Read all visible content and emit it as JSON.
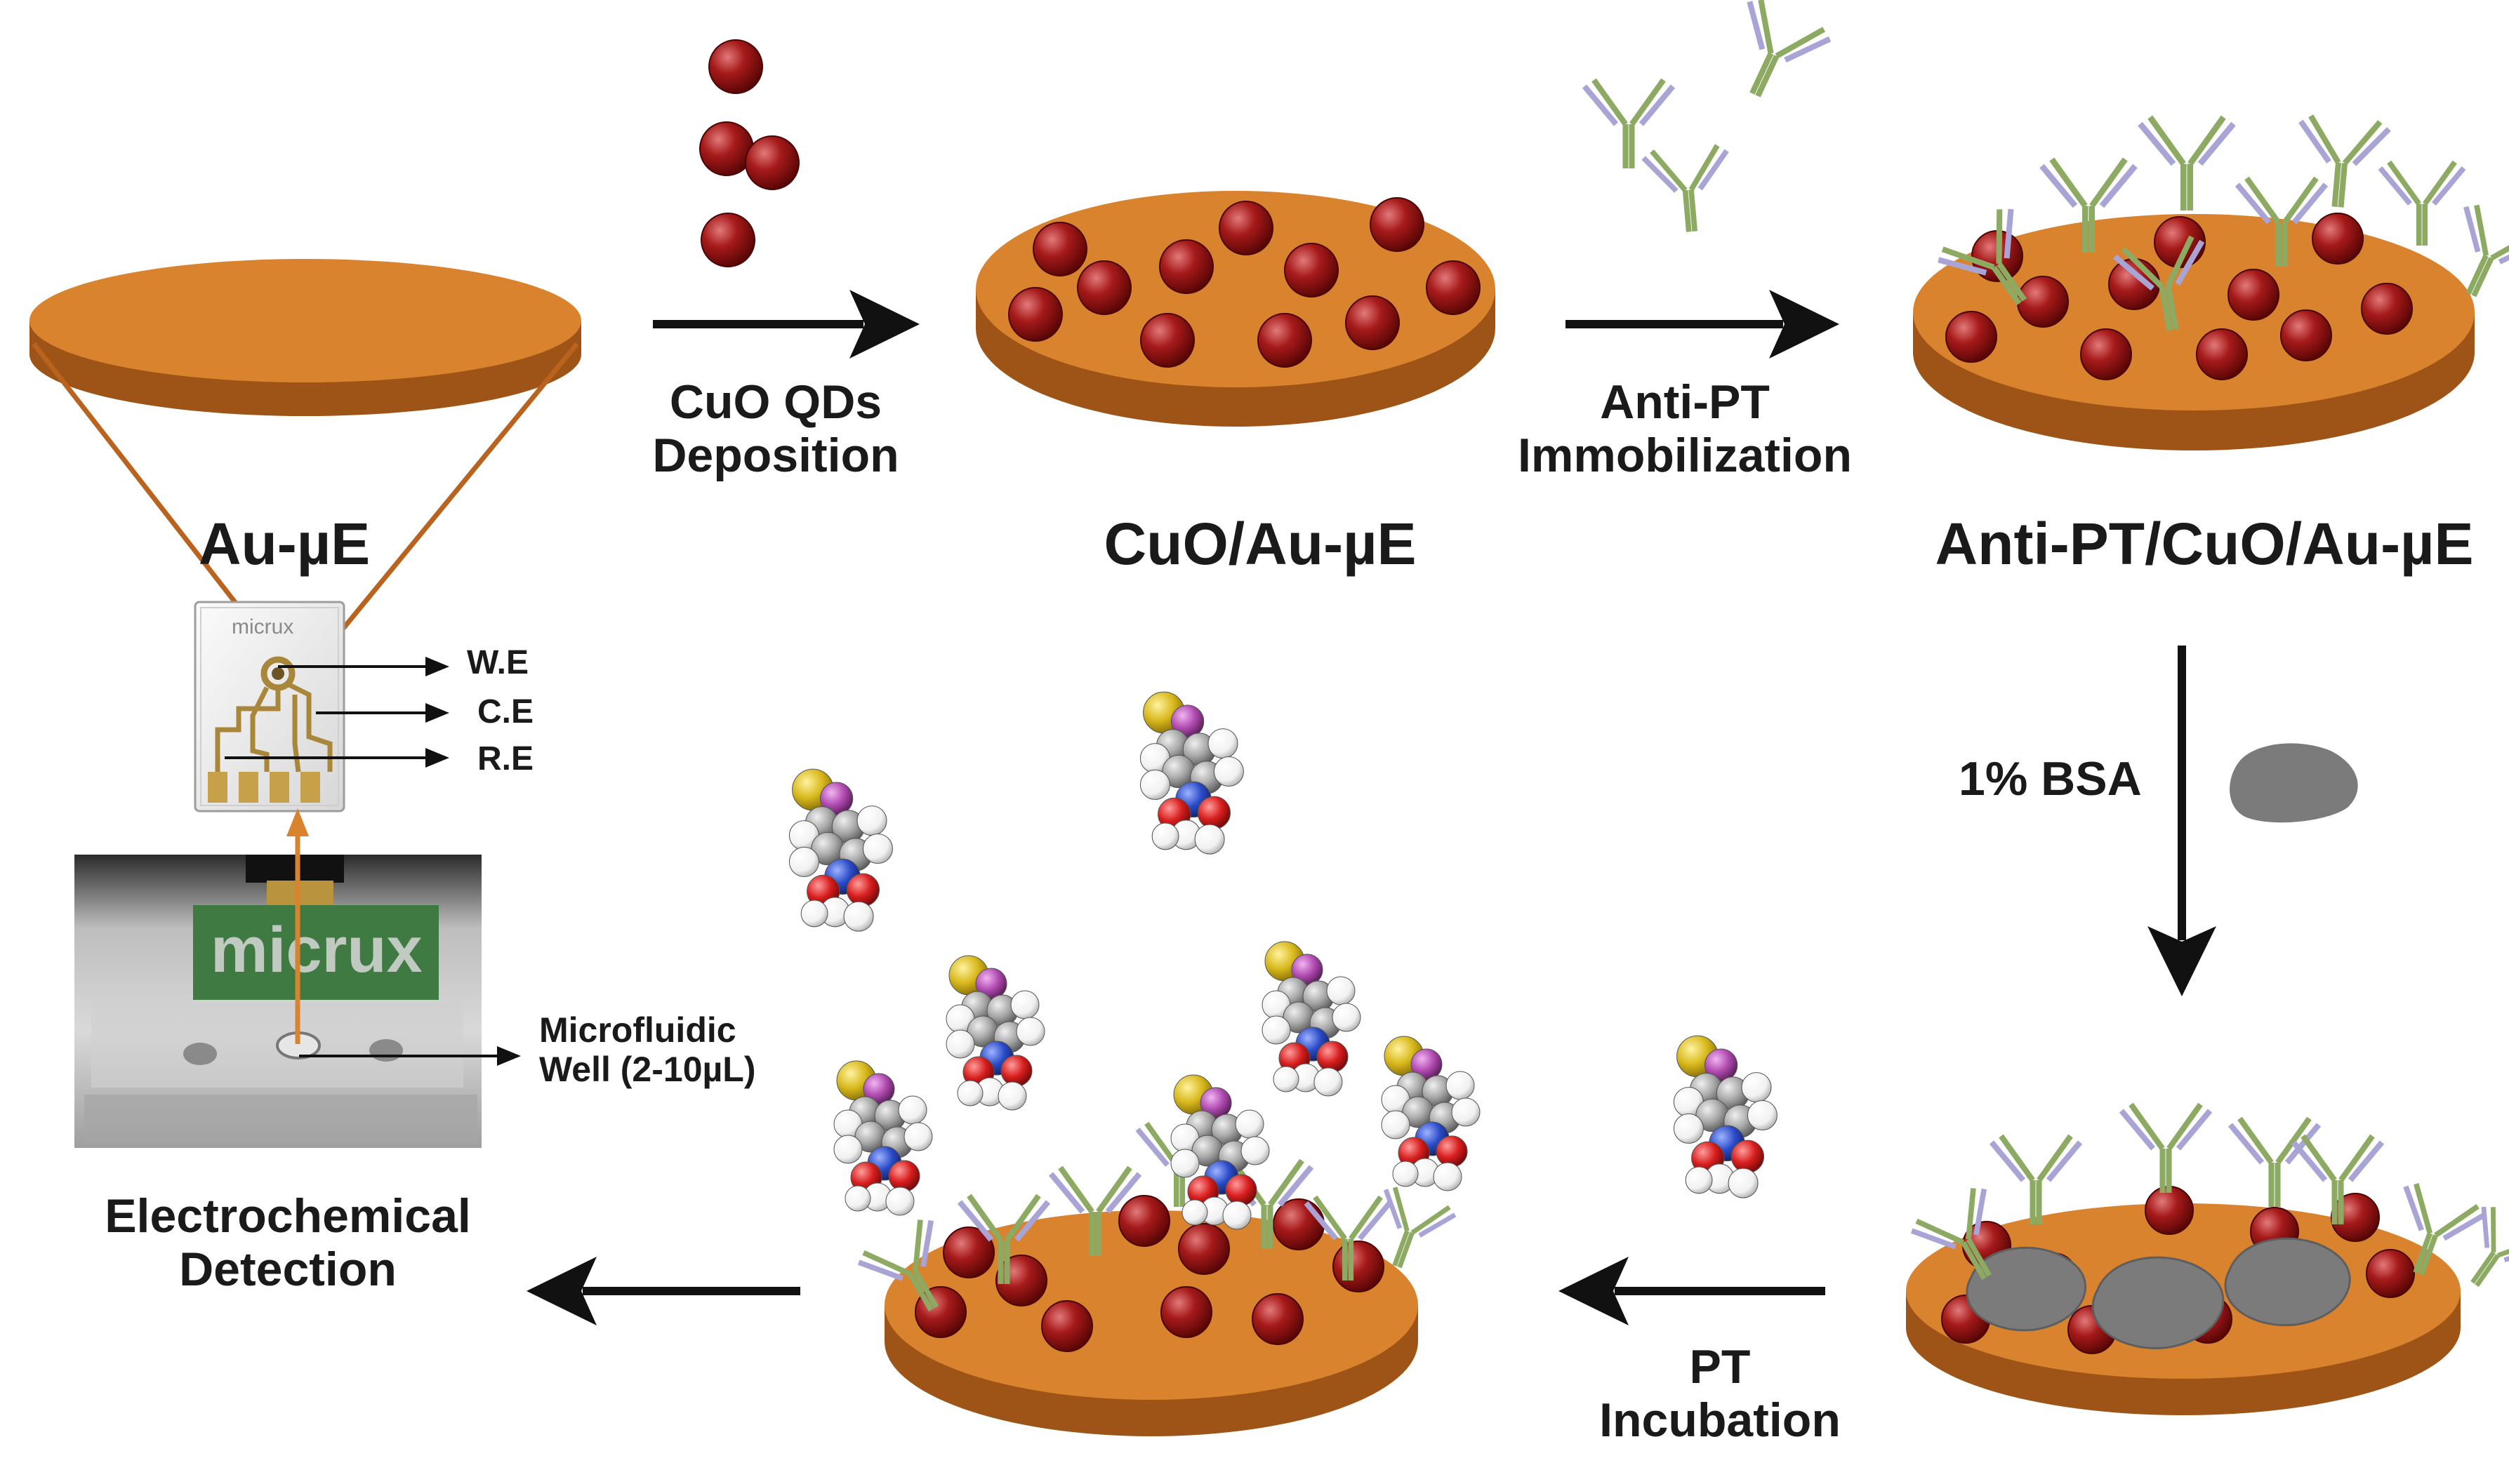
{
  "stages": {
    "bare": "Au-µE",
    "cuo": "CuO/Au-µE",
    "antipt": "Anti-PT/CuO/Au-µE"
  },
  "steps": {
    "deposition_line1": "CuO QDs",
    "deposition_line2": "Deposition",
    "immobilization_line1": "Anti-PT",
    "immobilization_line2": "Immobilization",
    "blocking": "1% BSA",
    "incubation_line1": "PT",
    "incubation_line2": "Incubation",
    "detection_line1": "Electrochemical",
    "detection_line2": "Detection"
  },
  "chip": {
    "brand": "micrux",
    "electrodes": [
      "W.E",
      "C.E",
      "R.E"
    ]
  },
  "cell": {
    "brand": "micrux",
    "well_line1": "Microfluidic",
    "well_line2": "Well (2-10µL)"
  },
  "colors": {
    "gold_disc": "#D9832E",
    "gold_disc_edge": "#9E5417",
    "cuo_particle": "#8E1111",
    "antibody_heavy": "#8DAA63",
    "antibody_light": "#A8A4D6",
    "bsa": "#7B7B7B",
    "arrow": "#111111",
    "sulfur": "#D8B81C",
    "oxygen": "#D81E1E",
    "nitrogen": "#2A4BC8",
    "phosphorus": "#B14BB1",
    "carbon": "#A9A9A9",
    "hydrogen": "#F4F4F4"
  }
}
